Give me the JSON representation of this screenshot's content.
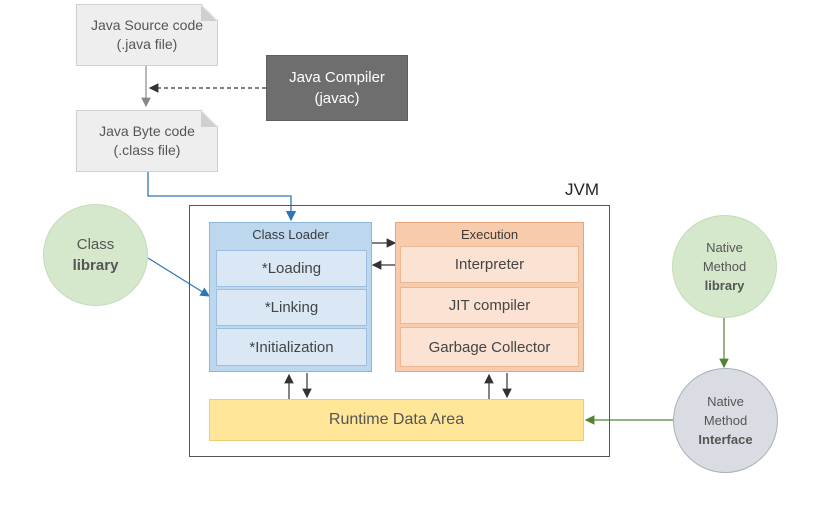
{
  "source_doc": {
    "line1": "Java Source code",
    "line2": "(.java file)"
  },
  "compiler": {
    "line1": "Java Compiler",
    "line2": "(javac)"
  },
  "bytecode_doc": {
    "line1": "Java Byte code",
    "line2": "(.class file)"
  },
  "jvm": {
    "label": "JVM"
  },
  "class_library": {
    "line1": "Class",
    "line2": "library"
  },
  "class_loader": {
    "title": "Class Loader",
    "items": [
      "*Loading",
      "*Linking",
      "*Initialization"
    ]
  },
  "execution": {
    "title": "Execution",
    "items": [
      "Interpreter",
      "JIT compiler",
      "Garbage Collector"
    ]
  },
  "runtime": {
    "label": "Runtime Data Area"
  },
  "native_library": {
    "line1": "Native",
    "line2": "Method",
    "line3": "library"
  },
  "native_interface": {
    "line1": "Native",
    "line2": "Method",
    "line3": "Interface"
  },
  "colors": {
    "class_loader": "#bdd7ee",
    "execution": "#f8cbad",
    "runtime": "#ffe699",
    "compiler": "#6e6e6e",
    "green_circle": "#d5e8cc",
    "gray_circle": "#d9dde3",
    "blue_arrow": "#2e75b6",
    "green_arrow": "#548235"
  }
}
